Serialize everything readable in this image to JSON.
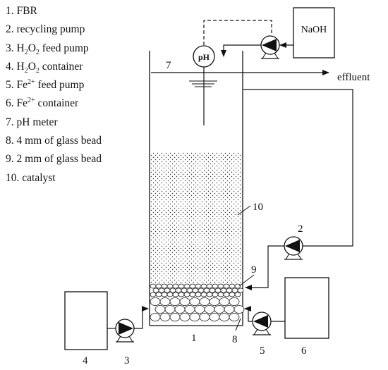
{
  "legend": [
    {
      "segments": [
        {
          "t": "1. FBR"
        }
      ]
    },
    {
      "segments": [
        {
          "t": "2. recycling pump"
        }
      ]
    },
    {
      "segments": [
        {
          "t": "3. H"
        },
        {
          "t": "2",
          "sub": true
        },
        {
          "t": "O"
        },
        {
          "t": "2",
          "sub": true
        },
        {
          "t": " feed pump"
        }
      ]
    },
    {
      "segments": [
        {
          "t": "4. H"
        },
        {
          "t": "2",
          "sub": true
        },
        {
          "t": "O"
        },
        {
          "t": "2",
          "sub": true
        },
        {
          "t": " container"
        }
      ]
    },
    {
      "segments": [
        {
          "t": "5. Fe"
        },
        {
          "t": "2+",
          "sup": true
        },
        {
          "t": " feed pump"
        }
      ]
    },
    {
      "segments": [
        {
          "t": "6. Fe"
        },
        {
          "t": "2+",
          "sup": true
        },
        {
          "t": " container"
        }
      ]
    },
    {
      "segments": [
        {
          "t": "7. pH meter"
        }
      ]
    },
    {
      "segments": [
        {
          "t": "8. 4 mm of glass bead"
        }
      ]
    },
    {
      "segments": [
        {
          "t": "9. 2 mm of glass bead"
        }
      ]
    },
    {
      "segments": [
        {
          "t": "10. catalyst"
        }
      ]
    }
  ],
  "diagram": {
    "naoh_label": "NaOH",
    "ph_label": "pH",
    "effluent_label": "effluent",
    "callouts": {
      "n1": "1",
      "n2": "2",
      "n3": "3",
      "n4": "4",
      "n5": "5",
      "n6": "6",
      "n7": "7",
      "n8": "8",
      "n9": "9",
      "n10": "10"
    }
  }
}
